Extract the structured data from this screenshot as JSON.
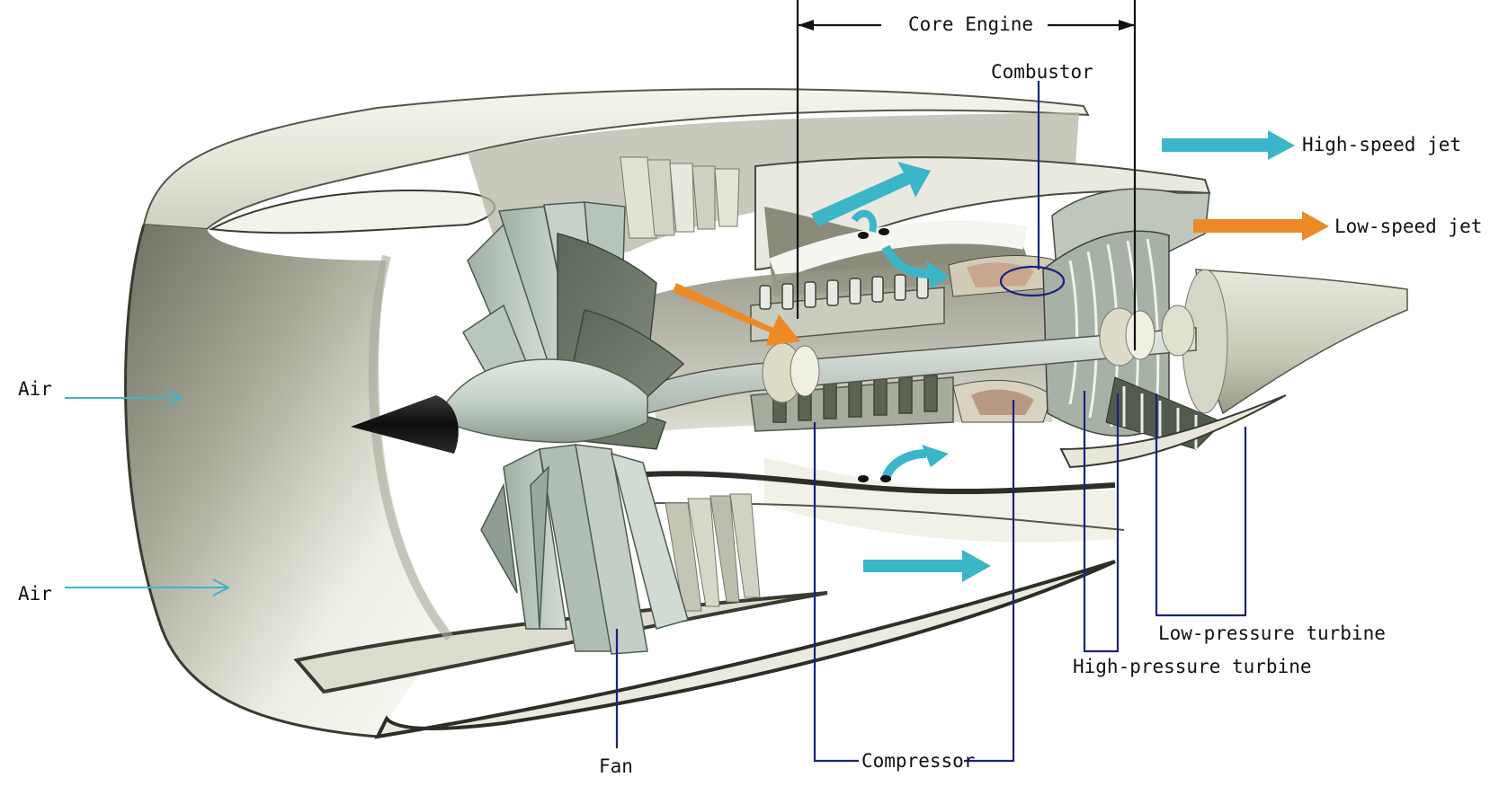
{
  "diagram": {
    "title": "Turbofan engine cutaway",
    "labels": {
      "core_engine": "Core Engine",
      "combustor": "Combustor",
      "high_speed_jet": "High-speed jet",
      "low_speed_jet": "Low-speed jet",
      "air_upper": "Air",
      "air_lower": "Air",
      "fan": "Fan",
      "compressor": "Compressor",
      "high_pressure_turbine": "High-pressure turbine",
      "low_pressure_turbine": "Low-pressure turbine"
    },
    "legend": [
      {
        "name": "high-speed-jet",
        "color": "#3bb6c8",
        "label_key": "high_speed_jet"
      },
      {
        "name": "low-speed-jet",
        "color": "#ee8a26",
        "label_key": "low_speed_jet"
      }
    ],
    "colors": {
      "cyan_flow": "#3bb6c8",
      "orange_flow": "#ee8a26",
      "leader_line": "#1a237e",
      "dimension_line": "#111111",
      "nacelle_light": "#f2f2ea",
      "nacelle_dark": "#7d7d70",
      "blade": "#a9b8ae",
      "blade_dark": "#6b7468",
      "nose_cone": "#1a1a1a"
    }
  }
}
